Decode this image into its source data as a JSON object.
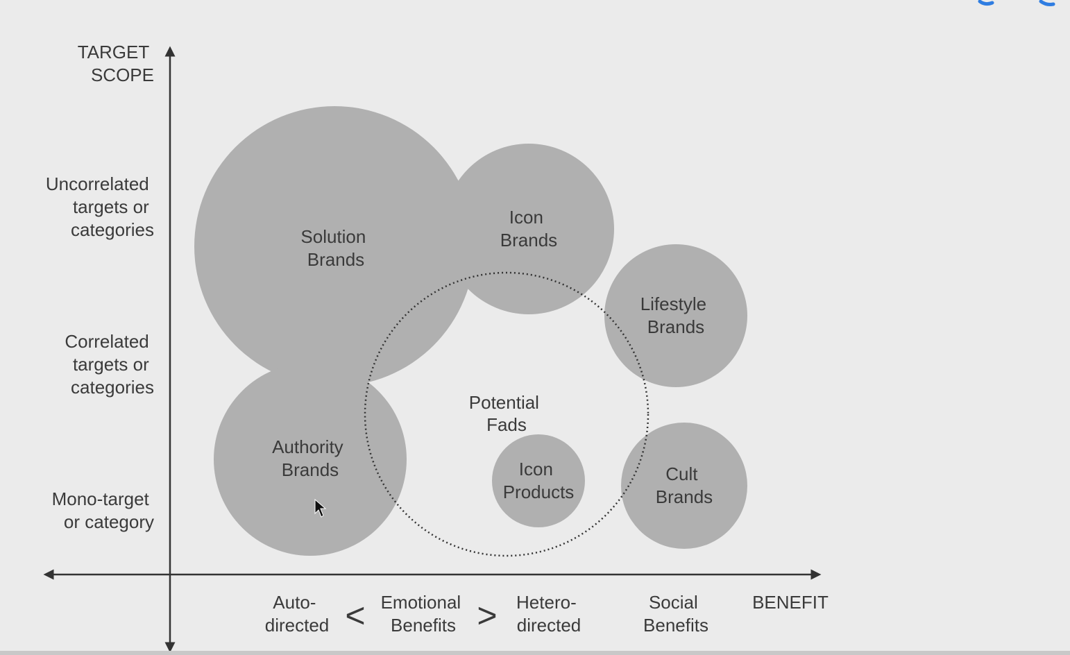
{
  "axes": {
    "y_title": [
      "TARGET",
      "SCOPE"
    ],
    "x_title": "BENEFIT",
    "y_levels": [
      [
        "Uncorrelated",
        "targets or",
        "categories"
      ],
      [
        "Correlated",
        "targets or",
        "categories"
      ],
      [
        "Mono-target",
        "or category"
      ]
    ],
    "x_levels": [
      [
        "Auto-",
        "directed"
      ],
      [
        "Emotional",
        "Benefits"
      ],
      [
        "Hetero-",
        "directed"
      ],
      [
        "Social",
        "Benefits"
      ]
    ],
    "less_than": "<",
    "greater_than": ">"
  },
  "bubbles": [
    {
      "id": "solution-brands",
      "lines": [
        "Solution",
        "Brands"
      ]
    },
    {
      "id": "icon-brands",
      "lines": [
        "Icon",
        "Brands"
      ]
    },
    {
      "id": "lifestyle-brands",
      "lines": [
        "Lifestyle",
        "Brands"
      ]
    },
    {
      "id": "authority-brands",
      "lines": [
        "Authority",
        "Brands"
      ]
    },
    {
      "id": "icon-products",
      "lines": [
        "Icon",
        "Products"
      ]
    },
    {
      "id": "cult-brands",
      "lines": [
        "Cult",
        "Brands"
      ]
    }
  ],
  "zone": {
    "lines": [
      "Potential",
      "Fads"
    ]
  },
  "colors": {
    "background": "#ebebeb",
    "bubble_fill": "#b0b0b0",
    "text": "#3a3a3a",
    "axis": "#333333",
    "accent_icon": "#2f7de1"
  }
}
